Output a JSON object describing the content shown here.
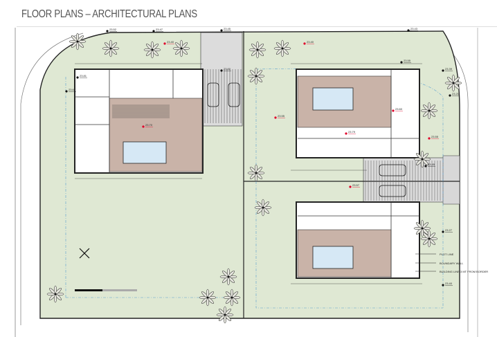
{
  "header": {
    "title": "FLOOR PLANS – ARCHITECTURAL PLANS"
  },
  "legend": {
    "plot_line": "PLOT LINE",
    "boundary_wall": "BOUNDARY WALL",
    "building_line": "BUILDING LINE 3 MT FROM BORDER"
  },
  "elevations": [
    "23.52",
    "23.47",
    "23.45",
    "23.43",
    "23.40",
    "23.40",
    "23.60",
    "23.61",
    "23.81",
    "23.55",
    "23.39",
    "23.21",
    "23.55",
    "23.70",
    "23.79",
    "23.60",
    "23.55",
    "23.57",
    "23.27",
    "23.40",
    "23.45"
  ],
  "colors": {
    "lot": "#dfe8d3",
    "deck": "#c9b3a8",
    "pool": "#d6e8f5",
    "paving": "#dcdcdc",
    "marker": "#e0002a"
  }
}
